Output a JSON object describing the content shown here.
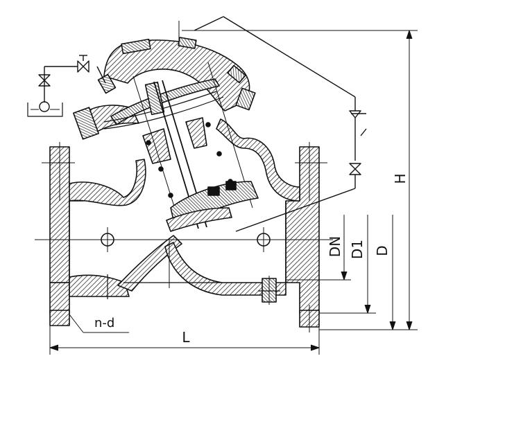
{
  "dimensions": {
    "L": "L",
    "H": "H",
    "DN": "DN",
    "D1": "D1",
    "D": "D",
    "bolt_holes": "n-d"
  },
  "colors": {
    "line": "#111111",
    "background": "#ffffff"
  }
}
